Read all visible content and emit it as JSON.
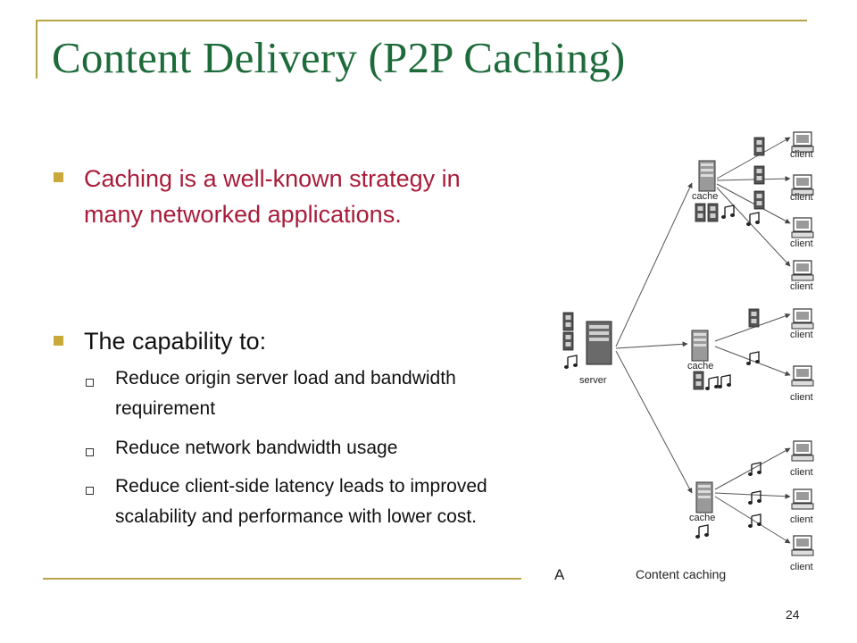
{
  "slide": {
    "title": "Content Delivery (P2P Caching)",
    "page_number": "24",
    "bullets": [
      {
        "text": "Caching is a well-known strategy in many networked applications.",
        "color": "#a81c3a"
      },
      {
        "text": "The capability to:",
        "sub_bullets": [
          "Reduce origin server load and bandwidth requirement",
          "Reduce network bandwidth usage",
          "Reduce client-side latency leads to improved scalability and performance with lower cost."
        ]
      }
    ]
  },
  "figure": {
    "server_label": "server",
    "cache_label": "cache",
    "client_label": "client",
    "caption_letter": "A",
    "caption": "Content caching"
  },
  "colors": {
    "title": "#1d6b3a",
    "accent_gold": "#c8a93a",
    "frame": "#b8a448"
  }
}
